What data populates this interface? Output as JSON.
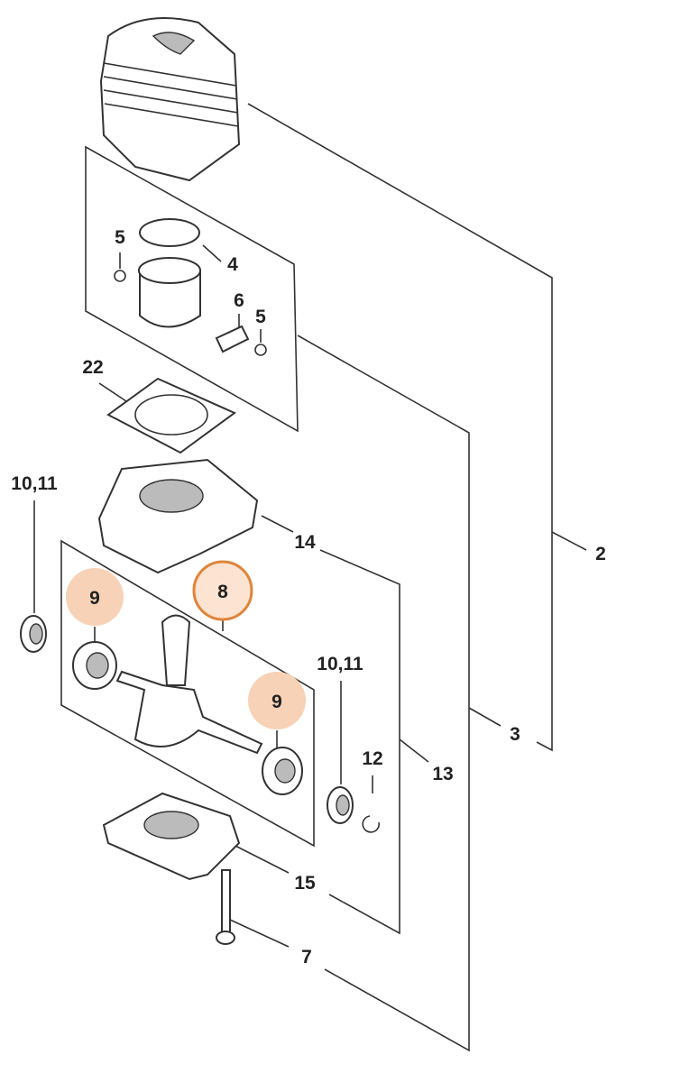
{
  "diagram": {
    "type": "exploded parts diagram",
    "colors": {
      "highlight_outline": "#e0843a",
      "highlight_fill": "#fde3d1",
      "marker_fill": "#f8d2b6",
      "line": "#333333"
    },
    "labels": {
      "cylinder_assembly": "2",
      "box_3": "3",
      "piston_ring": "4",
      "snap_ring_left": "5",
      "piston_pin": "6",
      "snap_ring_right": "5",
      "gasket": "22",
      "oil_seal_left": "10,11",
      "crankcase_top": "14",
      "crankshaft": "8",
      "bearing_left": "9",
      "oil_seal_right": "10,11",
      "bearing_right": "9",
      "circlip": "12",
      "box_13": "13",
      "crankcase_bottom": "15",
      "screw": "7"
    }
  }
}
